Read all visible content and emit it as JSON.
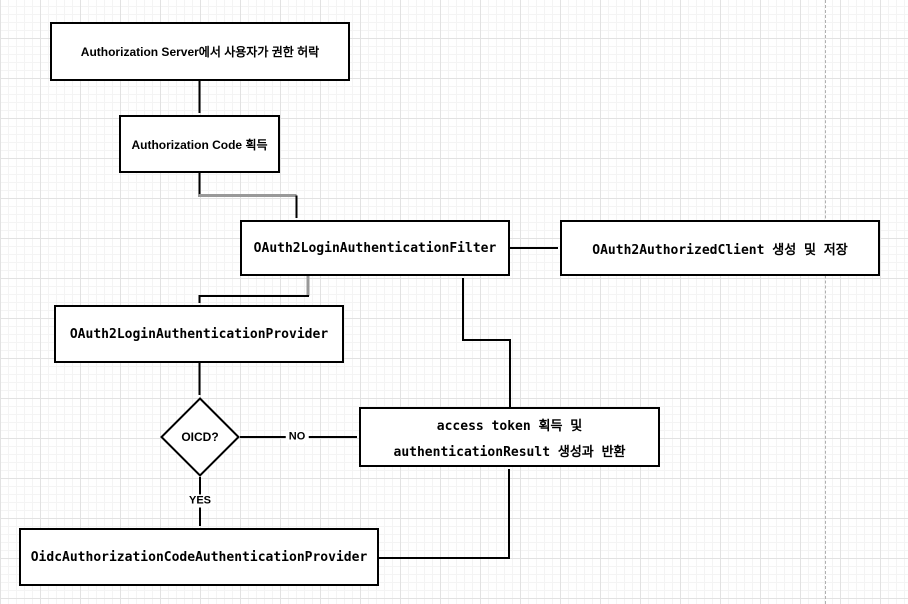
{
  "diagram": {
    "nodes": {
      "auth_grant": {
        "label": "Authorization Server에서 사용자가 권한 허락"
      },
      "auth_code": {
        "label": "Authorization Code 획득"
      },
      "login_filter": {
        "label": "OAuth2LoginAuthenticationFilter"
      },
      "authorized_client": {
        "label": "OAuth2AuthorizedClient 생성 및 저장"
      },
      "login_provider": {
        "label": "OAuth2LoginAuthenticationProvider"
      },
      "decision": {
        "label": "OICD?"
      },
      "access_token": {
        "line1": "access token 획득 및",
        "line2": "authenticationResult 생성과 반환"
      },
      "oidc_provider": {
        "label": "OidcAuthorizationCodeAuthenticationProvider"
      }
    },
    "edge_labels": {
      "no": "NO",
      "yes": "YES"
    },
    "colors": {
      "background": "#ffffff",
      "node_fill": "#ffffff",
      "node_border": "#000000",
      "text": "#000000",
      "connector": "#000000",
      "connector_dim": "#999999",
      "grid_minor": "#f4f4f4",
      "grid_major": "#e2e2e2",
      "page_break": "#b0b0b0"
    }
  }
}
